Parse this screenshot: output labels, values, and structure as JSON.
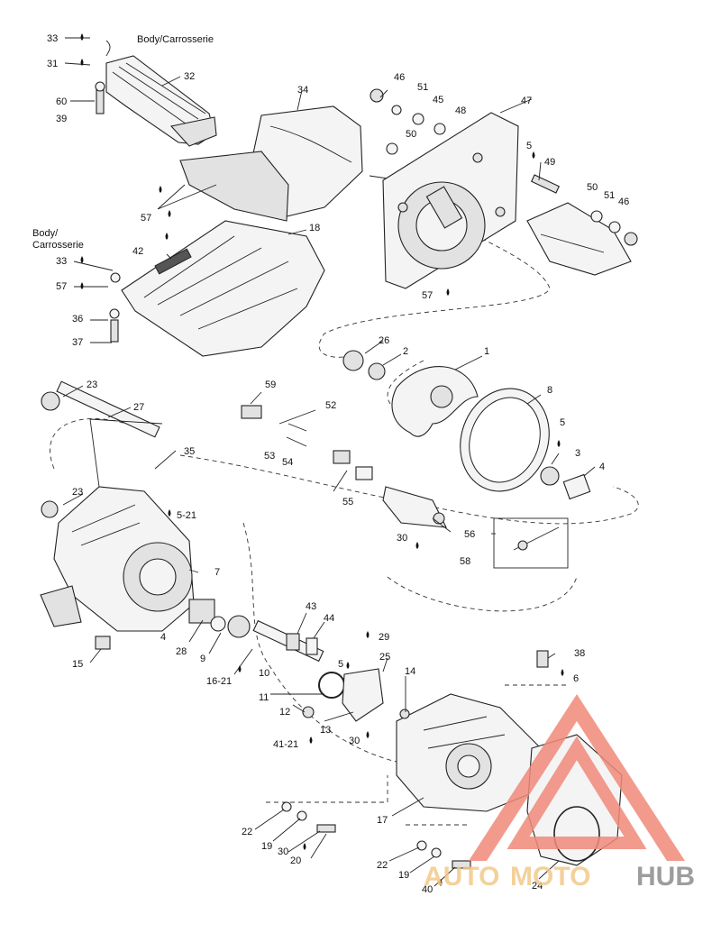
{
  "body_label": "Body/Carrosserie",
  "body_label_2a": "Body/",
  "body_label_2b": "Carrosserie",
  "callouts": [
    "1",
    "2",
    "3",
    "4",
    "4",
    "5",
    "5",
    "5",
    "5-21",
    "6",
    "7",
    "8",
    "9",
    "10",
    "11",
    "12",
    "13",
    "14",
    "15",
    "16-21",
    "17",
    "18",
    "19",
    "19",
    "20",
    "22",
    "22",
    "23",
    "23",
    "24",
    "25",
    "26",
    "27",
    "28",
    "29",
    "30",
    "30",
    "30",
    "31",
    "32",
    "33",
    "33",
    "34",
    "35",
    "36",
    "37",
    "38",
    "39",
    "40",
    "41-21",
    "42",
    "43",
    "44",
    "45",
    "46",
    "46",
    "47",
    "48",
    "49",
    "50",
    "50",
    "51",
    "51",
    "52",
    "53",
    "54",
    "55",
    "56",
    "57",
    "57",
    "57",
    "58",
    "59",
    "60"
  ],
  "watermark": {
    "brand_a": "AUTO",
    "brand_b": "MOTO",
    "brand_c": "HUB",
    "colors": {
      "accent": "#f08a7a",
      "gold": "#f3c98a",
      "gray": "#8c8c8c"
    }
  }
}
